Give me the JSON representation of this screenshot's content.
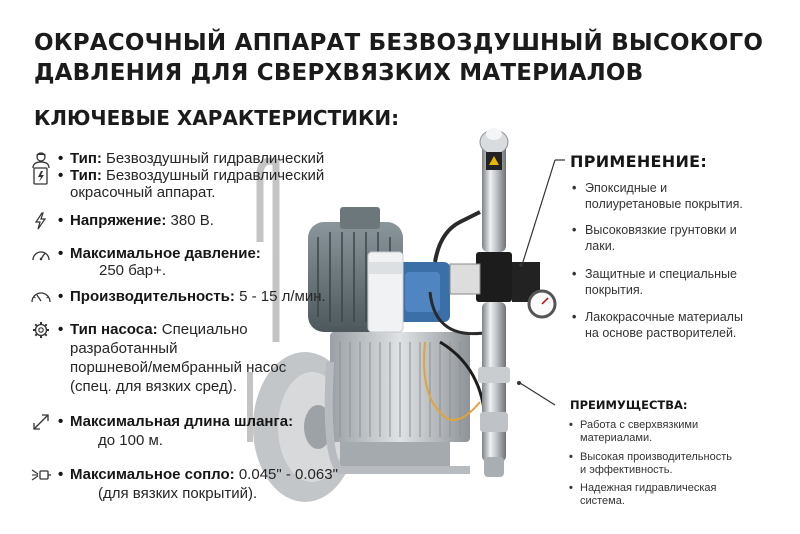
{
  "title": {
    "line1": "ОКРАСОЧНЫЙ АППАРАТ БЕЗВОЗДУШНЫЙ ВЫСОКОГО",
    "line2": "ДАВЛЕНИЯ ДЛЯ СВЕРХВЯЗКИХ МАТЕРИАЛОВ"
  },
  "subtitle": "КЛЮЧЕВЫЕ ХАРАКТЕРИСТИКИ:",
  "specs": [
    {
      "icon": "worker-icon",
      "label": "Тип:",
      "lines": [
        "Безвоздушный гидравлический"
      ]
    },
    {
      "icon": "electric-panel-icon",
      "label": "Тип:",
      "lines": [
        "Безвоздушный гидравлический",
        "окрасочный аппарат."
      ]
    },
    {
      "icon": "lightning-icon",
      "label": "Напряжение:",
      "lines": [
        "380 В."
      ]
    },
    {
      "icon": "gauge-icon",
      "label": "Максимальное давление:",
      "lines": [
        "",
        "250 бар+."
      ]
    },
    {
      "icon": "speedometer-icon",
      "label": "Производительность:",
      "lines": [
        "5 - 15 л/мин."
      ]
    },
    {
      "icon": "gear-icon",
      "label": "Тип насоса:",
      "lines": [
        "Специально",
        "разработанный",
        "поршневой/мембранный насос",
        "(спец. для вязких сред)."
      ]
    },
    {
      "icon": "diagonal-arrows-icon",
      "label": "Максимальная длина шланга:",
      "lines": [
        "",
        "до 100 м."
      ]
    },
    {
      "icon": "spray-nozzle-icon",
      "label": "Максимальное сопло:",
      "lines": [
        "0.045\" - 0.063\"",
        "(для вязких покрытий)."
      ]
    }
  ],
  "application": {
    "title": "ПРИМЕНЕНИЕ:",
    "items": [
      [
        "Эпоксидные и",
        "полиуретановые покрытия."
      ],
      [
        "Высоковязкие грунтовки и",
        "лаки."
      ],
      [
        "Защитные и специальные",
        "покрытия."
      ],
      [
        "Лакокрасочные материалы",
        "на основе растворителей."
      ]
    ]
  },
  "advantages": {
    "title": "ПРЕИМУЩЕСТВА:",
    "items": [
      [
        "Работа с сверхвязкими",
        "материалами."
      ],
      [
        "Высокая производительность",
        "и эффективность."
      ],
      [
        "Надежная гидравлическая",
        "система."
      ]
    ]
  },
  "colors": {
    "text": "#1c1c1c",
    "chrome": "#c8ccd0",
    "motor": "#5e6b70",
    "pump_blue": "#3a6fa8",
    "tire": "#b9bcbf",
    "hose": "#2a2a2a"
  }
}
